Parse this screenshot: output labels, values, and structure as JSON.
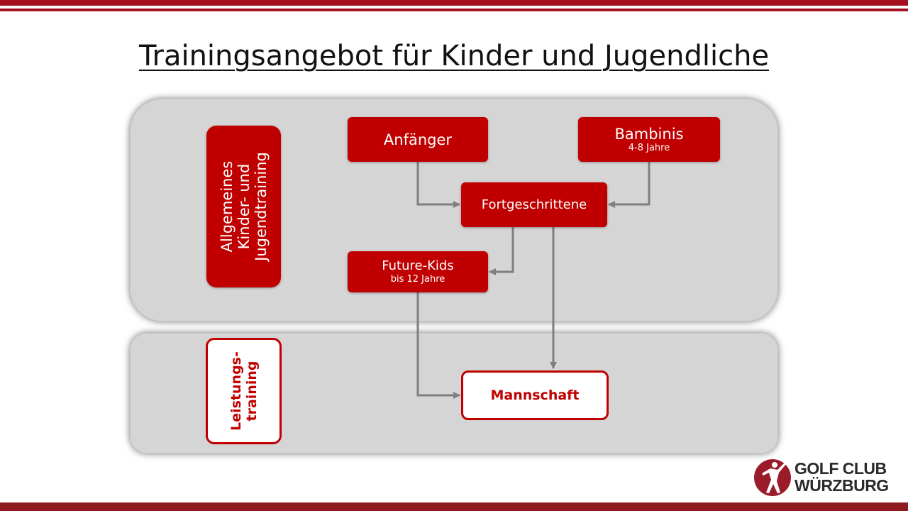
{
  "title": "Trainingsangebot für Kinder und Jugendliche",
  "sections": {
    "general": {
      "label_lines": [
        "Allgemeines",
        "Kinder- und",
        "Jugendtraining"
      ]
    },
    "performance": {
      "label_lines": [
        "Leistungs-",
        "training"
      ]
    }
  },
  "nodes": {
    "anfaenger": {
      "label": "Anfänger"
    },
    "bambinis": {
      "label": "Bambinis",
      "sub": "4-8 Jahre"
    },
    "fortgeschrittene": {
      "label": "Fortgeschrittene"
    },
    "future_kids": {
      "label": "Future-Kids",
      "sub": "bis 12 Jahre"
    },
    "mannschaft": {
      "label": "Mannschaft"
    }
  },
  "logo": {
    "line1": "GOLF CLUB",
    "line2": "WÜRZBURG"
  },
  "colors": {
    "accent": "#c00000",
    "bar": "#a50f1f",
    "panel": "#d5d5d5",
    "arrow": "#7f7f7f"
  }
}
